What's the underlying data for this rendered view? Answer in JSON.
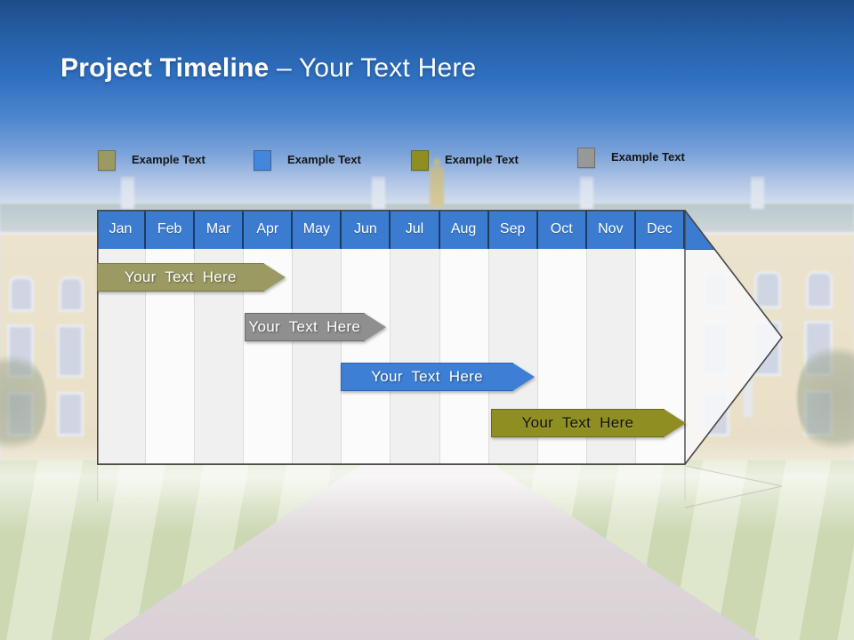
{
  "title": {
    "bold": "Project Timeline",
    "rest": " – Your Text Here"
  },
  "legend": {
    "items": [
      {
        "label": "Example Text",
        "color": "#9B9A62"
      },
      {
        "label": "Example Text",
        "color": "#4287D9"
      },
      {
        "label": "Example Text",
        "color": "#8F8E23"
      },
      {
        "label": "Example Text",
        "color": "#989898"
      }
    ]
  },
  "timeline": {
    "months": [
      "Jan",
      "Feb",
      "Mar",
      "Apr",
      "May",
      "Jun",
      "Jul",
      "Aug",
      "Sep",
      "Oct",
      "Nov",
      "Dec"
    ],
    "header_color": "#3B7BD0",
    "header_border_color": "#1C3C68",
    "outline_color": "#454545",
    "bars": [
      {
        "label": "Your Text Here",
        "row": 0,
        "start_month": 0.0,
        "end_month": 3.41,
        "color": "#9B9A62",
        "border_color": "#77764A",
        "text_style": "light"
      },
      {
        "label": "Your Text Here",
        "row": 1,
        "start_month": 3.01,
        "end_month": 5.46,
        "color": "#8F8F8F",
        "border_color": "#6B6B6B",
        "text_style": "light"
      },
      {
        "label": "Your Text Here",
        "row": 2,
        "start_month": 4.97,
        "end_month": 8.5,
        "color": "#3E7FD6",
        "border_color": "#2B62AE",
        "text_style": "light"
      },
      {
        "label": "Your Text Here",
        "row": 3,
        "start_month": 8.04,
        "end_month": 11.58,
        "color": "#8F8E23",
        "border_color": "#6C6B19",
        "text_style": "dark"
      }
    ]
  }
}
